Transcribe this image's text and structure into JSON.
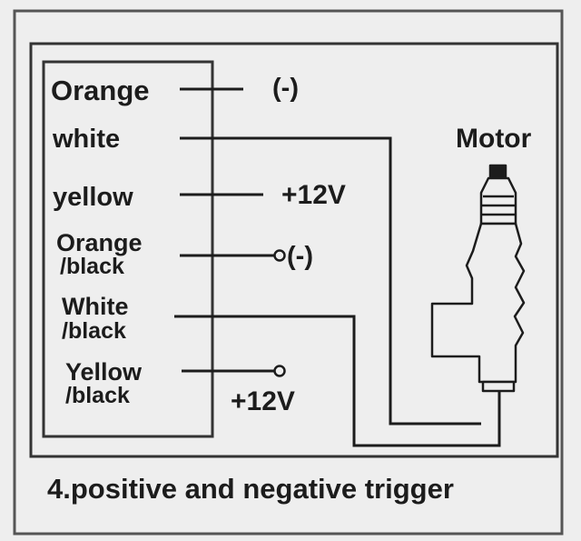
{
  "wire_labels": {
    "orange": "Orange",
    "white": "white",
    "yellow": "yellow",
    "orange_black_1": "Orange",
    "orange_black_2": "/black",
    "white_black_1": "White",
    "white_black_2": "/black",
    "yellow_black_1": "Yellow",
    "yellow_black_2": "/black"
  },
  "terminals": {
    "orange": "(-)",
    "yellow": "+12V",
    "orange_black": "(-)",
    "yellow_black": "+12V"
  },
  "motor_label": "Motor",
  "caption": "4.positive and negative trigger",
  "colors": {
    "ink": "#1c1c1c",
    "background": "#eeeeee",
    "frame": "#555555"
  }
}
